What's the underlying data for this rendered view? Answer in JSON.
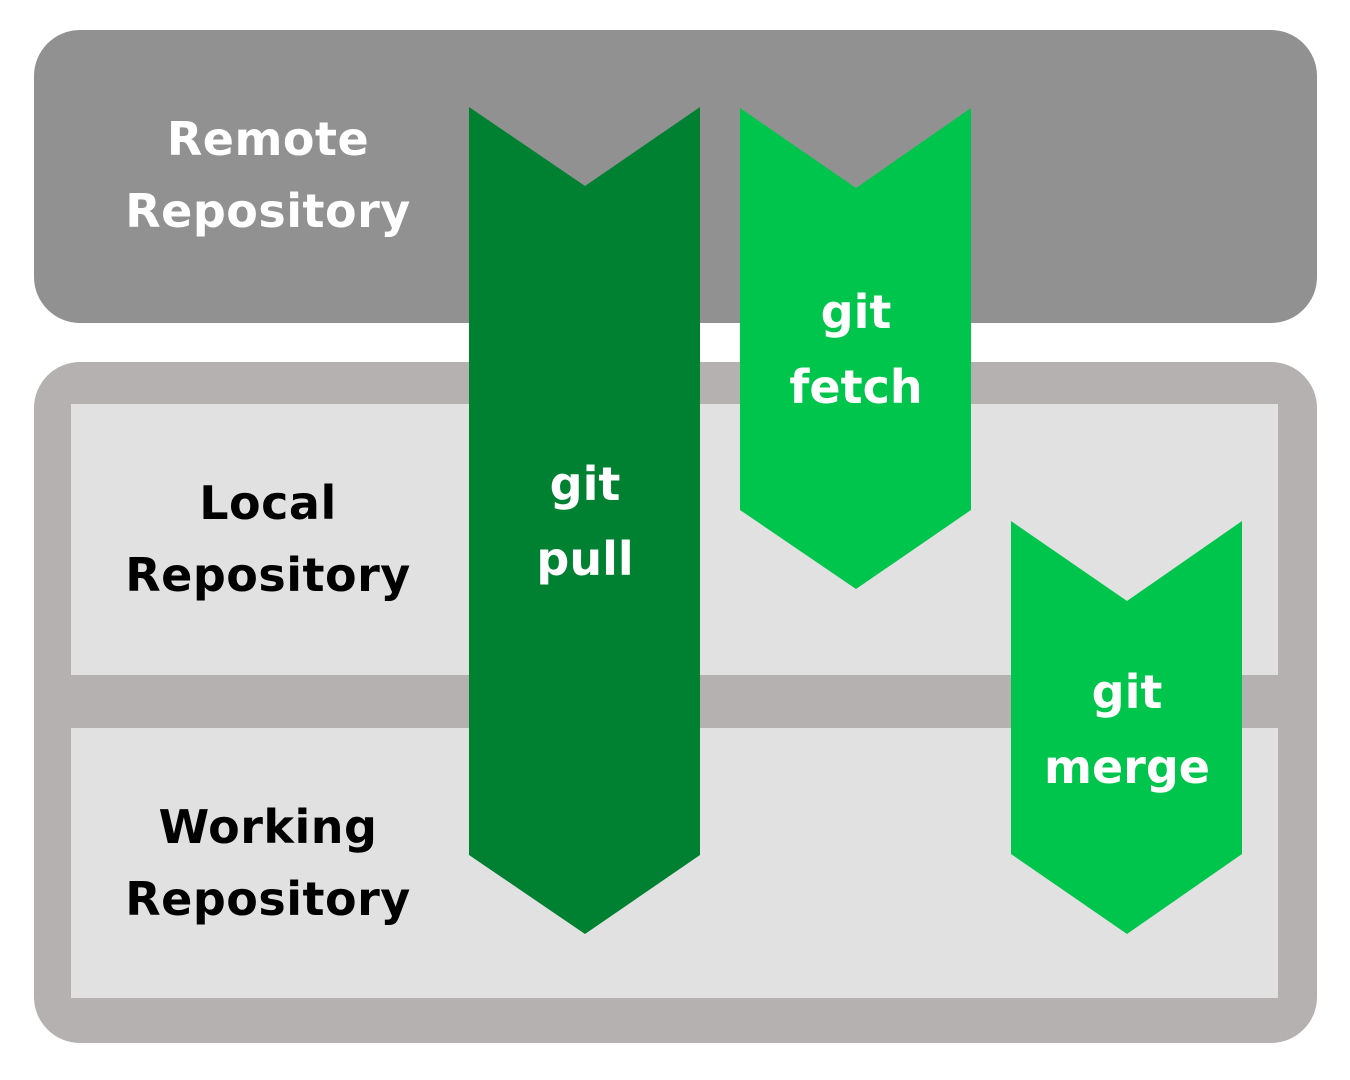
{
  "layers": {
    "remote": {
      "line1": "Remote",
      "line2": "Repository",
      "color": "#919191"
    },
    "local": {
      "line1": "Local",
      "line2": "Repository",
      "color": "#e1e1e1"
    },
    "working": {
      "line1": "Working",
      "line2": "Repository",
      "color": "#e1e1e1"
    }
  },
  "commands": {
    "pull": {
      "line1": "git",
      "line2": "pull",
      "color": "#008132",
      "from": "remote",
      "to": "working"
    },
    "fetch": {
      "line1": "git",
      "line2": "fetch",
      "color": "#00c54c",
      "from": "remote",
      "to": "local"
    },
    "merge": {
      "line1": "git",
      "line2": "merge",
      "color": "#00c54c",
      "from": "local",
      "to": "working"
    }
  }
}
